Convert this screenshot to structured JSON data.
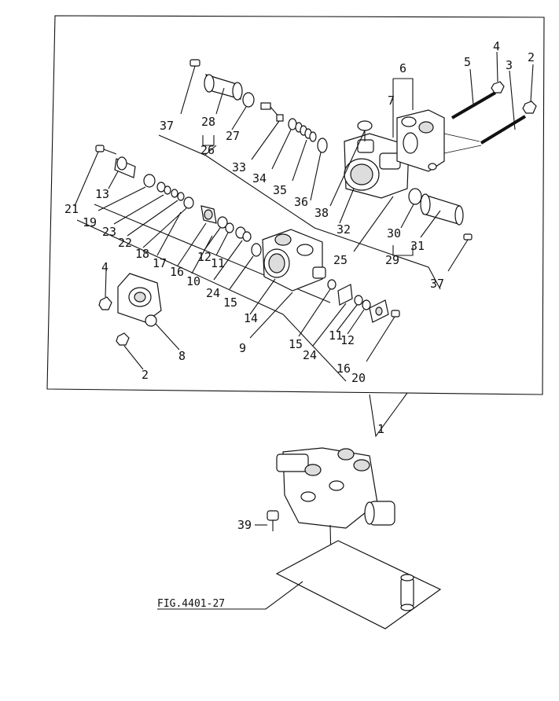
{
  "callouts": [
    "1",
    "2",
    "3",
    "4",
    "5",
    "6",
    "7",
    "8",
    "9",
    "10",
    "11",
    "12",
    "13",
    "14",
    "15",
    "16",
    "17",
    "18",
    "19",
    "20",
    "21",
    "22",
    "23",
    "24",
    "25",
    "26",
    "27",
    "28",
    "29",
    "30",
    "31",
    "32",
    "33",
    "34",
    "35",
    "36",
    "37",
    "38",
    "39"
  ],
  "figure_reference": "FIG.4401-27"
}
